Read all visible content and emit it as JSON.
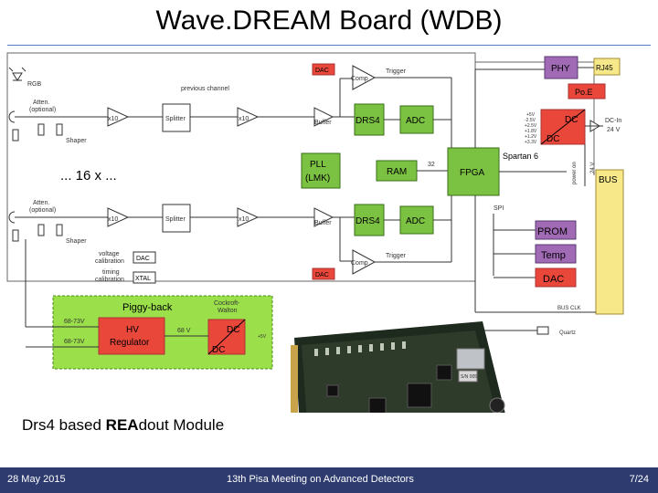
{
  "slide": {
    "title": "Wave.DREAM Board (WDB)",
    "caption_part1": "Drs4 based ",
    "caption_bold": "REA",
    "caption_part2": "dout Module"
  },
  "footer": {
    "date": "28 May 2015",
    "event": "13th Pisa Meeting on Advanced Detectors",
    "page": "7/24"
  },
  "diagram": {
    "rgb": "RGB",
    "previous_channel": "previous channel",
    "atten": "Atten.",
    "optional": "(optional)",
    "shaper": "Shaper",
    "x10": "x10",
    "splitter": "Splitter",
    "buffer": "Buffer",
    "comp": "Comp",
    "trigger": "Trigger",
    "dac": "DAC",
    "drs4": "DRS4",
    "adc": "ADC",
    "sixteen_x": "... 16 x ...",
    "pll": "PLL",
    "lmk": "(LMK)",
    "ram": "RAM",
    "bus32": "32",
    "fpga": "FPGA",
    "spartan": "Spartan 6",
    "phy": "PHY",
    "rj45": "RJ45",
    "poe": "Po.E",
    "dc": "DC",
    "rails": [
      "+5V",
      "-2.5V",
      "+2.5V",
      "+1.8V",
      "+1.2V",
      "+3.3V"
    ],
    "dc_in": "DC-In",
    "dc_in_v": "24 V",
    "v24": "24 V",
    "power_on": "power on",
    "bus": "BUS",
    "spi": "SPI",
    "prom": "PROM",
    "temp": "Temp",
    "voltage_cal_1": "voltage",
    "voltage_cal_2": "calibration",
    "timing_cal_1": "timing",
    "timing_cal_2": "calibration",
    "xtal": "XTAL",
    "bus_clk": "BUS CLK",
    "quartz": "Quartz",
    "piggy_back": "Piggy-back",
    "cockroft_1": "Cockroft-",
    "cockroft_2": "Walton",
    "hv_1": "HV",
    "hv_2": "Regulator",
    "range": "68-73V",
    "v68": "68 V",
    "plus5v": "+5V",
    "board_label": "S/N 005"
  },
  "colors": {
    "block_green": "#7cc242",
    "block_red": "#e8473a",
    "block_pink": "#f4a7a3",
    "block_purple": "#a06ab4",
    "block_yellow": "#f7e98a",
    "piggy_bg": "#9be04a",
    "footer_bg": "#2d3b6e"
  }
}
